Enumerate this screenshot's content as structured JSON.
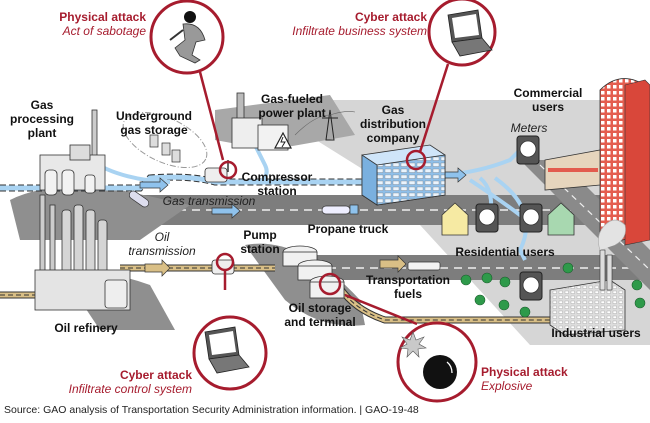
{
  "diagram": {
    "title": "Natural gas and oil pipeline system with potential physical and cyber attack points",
    "colors": {
      "attack_red": "#a61c2e",
      "gas_pipe_blue": "#a9d3f2",
      "oil_pipe_tan": "#d9bf86",
      "road_gray": "#7a7a7a",
      "ground_gray": "#cfcfcf",
      "tree_green": "#2e9a4a",
      "building_blue": "#9ec8f0",
      "tower_red": "#e25b4e"
    },
    "facilities": {
      "gas_processing_plant": [
        "Gas",
        "processing",
        "plant"
      ],
      "underground_gas_storage": [
        "Underground",
        "gas storage"
      ],
      "gas_fueled_power_plant": [
        "Gas-fueled",
        "power plant"
      ],
      "gas_distribution_company": [
        "Gas",
        "distribution",
        "company"
      ],
      "commercial_users": [
        "Commercial",
        "users"
      ],
      "meters": "Meters",
      "compressor_station": [
        "Compressor",
        "station"
      ],
      "gas_transmission": "Gas transmission",
      "propane_truck": "Propane truck",
      "residential_users": "Residential users",
      "oil_transmission": [
        "Oil",
        "transmission"
      ],
      "pump_station": [
        "Pump",
        "station"
      ],
      "transportation_fuels": [
        "Transportation",
        "fuels"
      ],
      "oil_storage_terminal": [
        "Oil storage",
        "and terminal"
      ],
      "oil_refinery": "Oil refinery",
      "industrial_users": "Industrial users"
    },
    "attacks": [
      {
        "id": "sabotage",
        "title": "Physical attack",
        "subtitle": "Act of sabotage",
        "target": "Compressor station",
        "icon": "saboteur-icon"
      },
      {
        "id": "business",
        "title": "Cyber attack",
        "subtitle": "Infiltrate business system",
        "target": "Gas distribution company",
        "icon": "laptop-icon"
      },
      {
        "id": "control",
        "title": "Cyber attack",
        "subtitle": "Infiltrate control system",
        "target": "Pump station",
        "icon": "laptop-icon"
      },
      {
        "id": "explosive",
        "title": "Physical attack",
        "subtitle": "Explosive",
        "target": "Oil storage and terminal",
        "icon": "bomb-icon"
      }
    ],
    "source": "Source: GAO analysis of Transportation Security Administration information.  |  GAO-19-48"
  }
}
